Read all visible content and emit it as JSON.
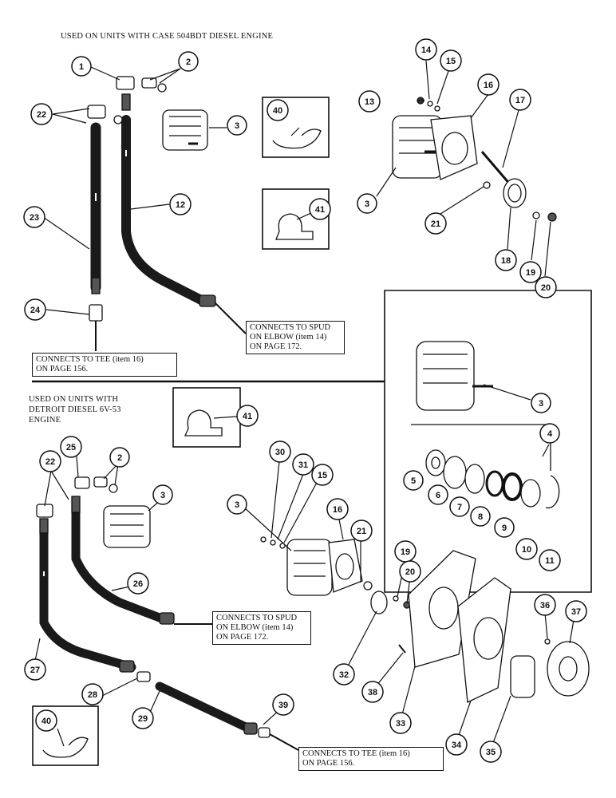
{
  "sections": {
    "top_title": "USED ON UNITS WITH CASE 504BDT DIESEL ENGINE",
    "bottom_title": "USED ON UNITS WITH\nDETROIT DIESEL 6V-53\nENGINE"
  },
  "callouts": {
    "spud_top": "CONNECTS TO SPUD\nON ELBOW (item 14)\nON PAGE 172.",
    "tee_top": "CONNECTS TO TEE (item 16)\nON PAGE 156.",
    "spud_bottom": "CONNECTS TO SPUD\nON ELBOW (item 14)\nON PAGE 172.",
    "tee_bottom": "CONNECTS TO TEE (item 16)\nON PAGE 156."
  },
  "part_numbers": {
    "p1": "1",
    "p2a": "2",
    "p3a": "3",
    "p22a": "22",
    "p12": "12",
    "p23": "23",
    "p24": "24",
    "p40a": "40",
    "p41a": "41",
    "p13": "13",
    "p14": "14",
    "p15a": "15",
    "p16a": "16",
    "p17": "17",
    "p3b": "3",
    "p21a": "21",
    "p18": "18",
    "p19a": "19",
    "p20a": "20",
    "p3c": "3",
    "p4": "4",
    "p5": "5",
    "p6": "6",
    "p7": "7",
    "p8": "8",
    "p9": "9",
    "p10": "10",
    "p11": "11",
    "p41b": "41",
    "p25": "25",
    "p2b": "2",
    "p22b": "22",
    "p3d": "3",
    "p26": "26",
    "p27": "27",
    "p28": "28",
    "p29": "29",
    "p39": "39",
    "p40b": "40",
    "p30": "30",
    "p31": "31",
    "p15b": "15",
    "p3e": "3",
    "p16b": "16",
    "p21b": "21",
    "p19b": "19",
    "p20b": "20",
    "p32": "32",
    "p38": "38",
    "p33": "33",
    "p34": "34",
    "p35": "35",
    "p36": "36",
    "p37": "37"
  }
}
